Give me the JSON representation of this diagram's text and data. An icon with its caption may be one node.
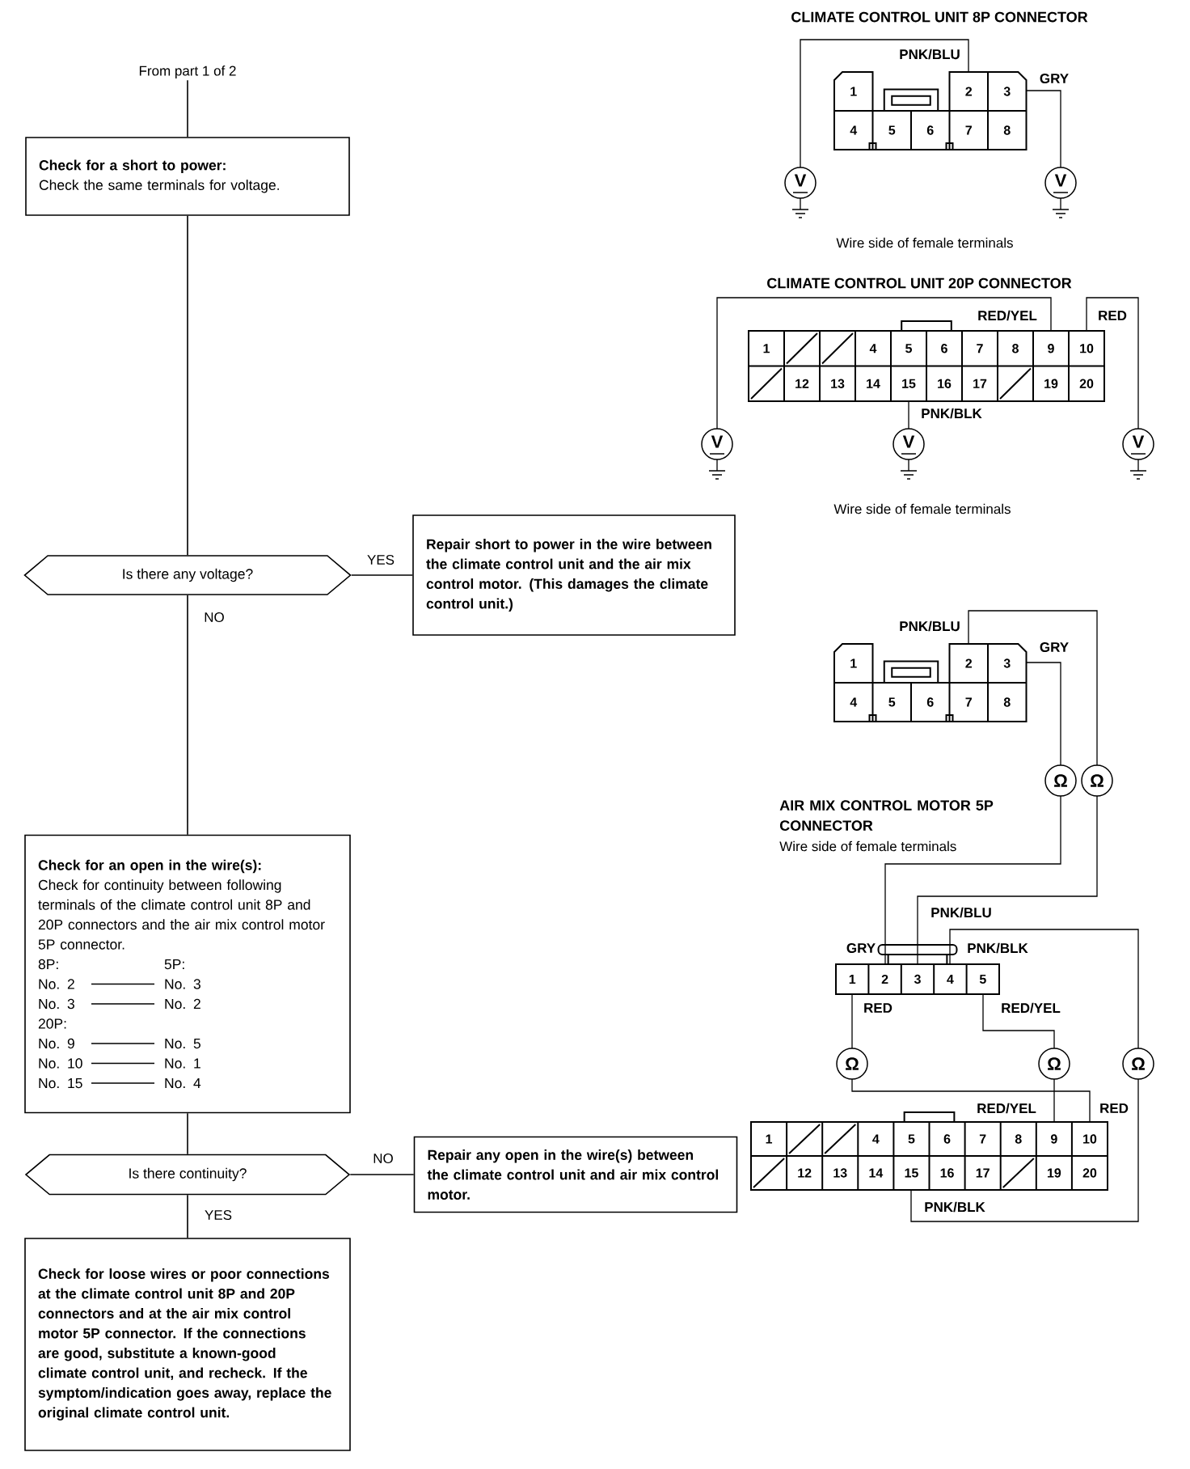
{
  "diagram": {
    "nodes": [
      {
        "text": [
          "From part 1 of 2"
        ]
      },
      {
        "text": [
          "Check for a short to power:",
          "Check the same terminals for voltage."
        ]
      },
      {
        "text": [
          "Is there any voltage?"
        ]
      },
      {
        "text": [
          "Repair short to power in the wire between the climate control unit and the air mix control motor. (This damages the climate control unit.)"
        ]
      },
      {
        "text": [
          "Check for an open in the wire(s):",
          "Check for continuity between following terminals of the climate control unit 8P and 20P connectors and the air mix control motor 5P connector.",
          "8P:",
          "5P:",
          "No. 2",
          "No. 3",
          "No. 3",
          "No. 2",
          "20P:",
          "No. 9",
          "No. 5",
          "No. 10",
          "No. 1",
          "No. 15",
          "No. 4"
        ]
      },
      {
        "text": [
          "Is there continuity?"
        ]
      },
      {
        "text": [
          "Repair any open in the wire(s) between the climate control unit and air mix control motor."
        ]
      },
      {
        "text": [
          "Check for loose wires or poor connections at the climate control unit 8P and 20P connectors and at the air mix control motor 5P connector. If the connections are good, substitute a known-good climate control unit, and recheck. If the symptom/indication goes away, replace the original climate control unit."
        ]
      }
    ],
    "edges": [
      {
        "from": 0,
        "to": 1,
        "arrow": "none"
      },
      {
        "from": 1,
        "to": 2,
        "arrow": "none"
      },
      {
        "from": 2,
        "to": 3,
        "arrow": "none",
        "label": "YES"
      },
      {
        "from": 2,
        "to": 4,
        "arrow": "none",
        "label": "NO"
      },
      {
        "from": 4,
        "to": 5,
        "arrow": "none"
      },
      {
        "from": 5,
        "to": 6,
        "arrow": "none",
        "label": "NO"
      },
      {
        "from": 5,
        "to": 7,
        "arrow": "none",
        "label": "YES"
      }
    ],
    "labels": [
      "CLIMATE CONTROL UNIT 8P CONNECTOR",
      "PNK/BLU",
      "GRY",
      "1",
      "2",
      "3",
      "4",
      "5",
      "6",
      "7",
      "8",
      "V",
      "V",
      "Wire side of female terminals",
      "CLIMATE CONTROL UNIT 20P CONNECTOR",
      "RED/YEL",
      "RED",
      "1",
      "4",
      "5",
      "6",
      "7",
      "8",
      "9",
      "10",
      "12",
      "13",
      "14",
      "15",
      "16",
      "17",
      "19",
      "20",
      "PNK/BLK",
      "V",
      "V",
      "V",
      "Wire side of female terminals",
      "PNK/BLU",
      "GRY",
      "1",
      "2",
      "3",
      "4",
      "5",
      "6",
      "7",
      "8",
      "Ω",
      "Ω",
      "AIR MIX CONTROL MOTOR 5P CONNECTOR",
      "Wire side of female terminals",
      "PNK/BLU",
      "GRY",
      "PNK/BLK",
      "1",
      "2",
      "3",
      "4",
      "5",
      "RED",
      "RED/YEL",
      "Ω",
      "Ω",
      "Ω",
      "RED/YEL",
      "RED",
      "1",
      "4",
      "5",
      "6",
      "7",
      "8",
      "9",
      "10",
      "12",
      "13",
      "14",
      "15",
      "16",
      "17",
      "19",
      "20",
      "PNK/BLK"
    ]
  }
}
